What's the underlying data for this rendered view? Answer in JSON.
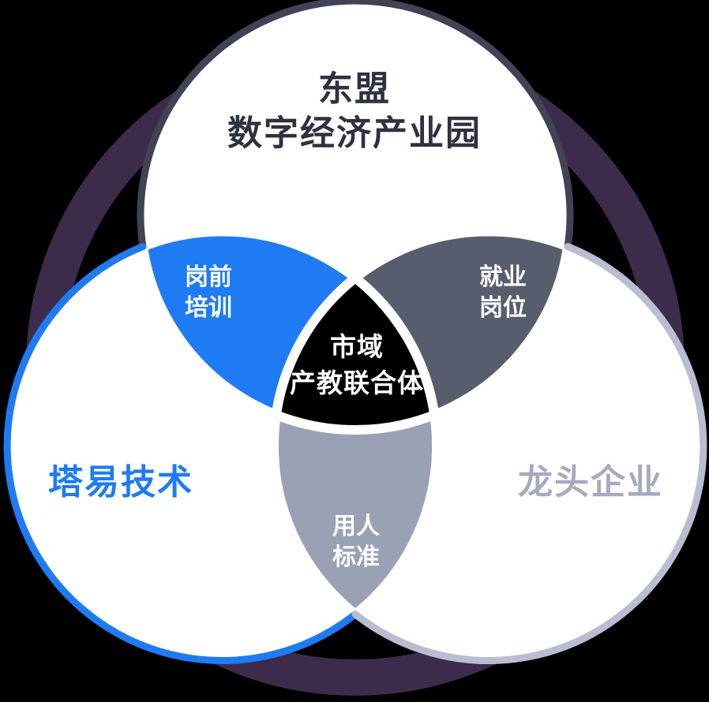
{
  "diagram": {
    "background_color": "#000000",
    "ring_color": "#3d2b4c",
    "circle_fill": "#ffffff",
    "gap_color": "#ffffff",
    "center_region": {
      "label_line1": "市域",
      "label_line2": "产教联合体",
      "fill": "#000000",
      "text_color": "#ffffff"
    },
    "circles": {
      "top": {
        "label_line1": "东盟",
        "label_line2": "数字经济产业园",
        "stroke": "#3f4354",
        "text_color": "#2d3140"
      },
      "left": {
        "label": "塔易技术",
        "stroke": "#1e7bf3",
        "text_color": "#1e7bf3"
      },
      "right": {
        "label": "龙头企业",
        "stroke": "#b9bdd1",
        "text_color": "#a5aac0"
      }
    },
    "overlaps": {
      "top_left": {
        "label_line1": "岗前",
        "label_line2": "培训",
        "fill": "#1e7bf3",
        "text_color": "#ffffff"
      },
      "top_right": {
        "label_line1": "就业",
        "label_line2": "岗位",
        "fill": "#585d6e",
        "text_color": "#ffffff"
      },
      "bottom": {
        "label_line1": "用人",
        "label_line2": "标准",
        "fill": "#9ba1b5",
        "text_color": "#ffffff"
      }
    }
  }
}
